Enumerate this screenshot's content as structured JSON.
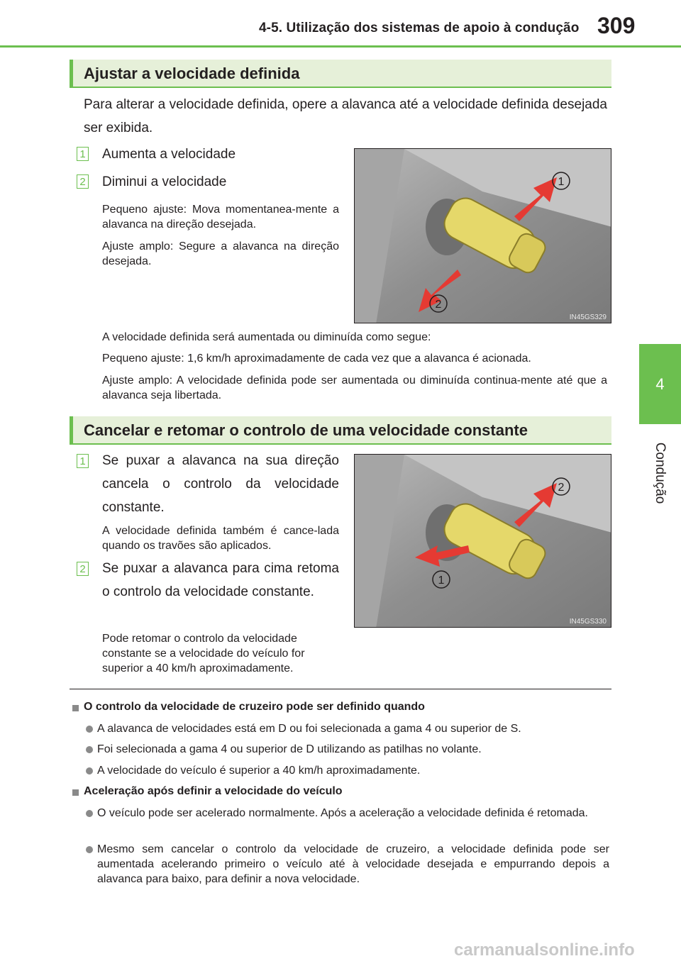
{
  "header": {
    "title": "4-5. Utilização dos sistemas de apoio à condução",
    "page_number": "309"
  },
  "side_tab": {
    "number": "4",
    "label": "Condução"
  },
  "section1": {
    "heading": "Ajustar a velocidade definida",
    "intro": "Para alterar a velocidade definida, opere a alavanca até a velocidade definida desejada ser exibida.",
    "item1_num": "1",
    "item1_text": "Aumenta a velocidade",
    "item2_num": "2",
    "item2_text": "Diminui a velocidade",
    "small1": "Pequeno ajuste: Mova momentanea-mente a alavanca na direção desejada.",
    "small2": "Ajuste amplo: Segure a alavanca na direção desejada.",
    "image_code": "IN45GS329",
    "image_labels": [
      "1",
      "2"
    ],
    "after1": "A velocidade definida será aumentada ou diminuída como segue:",
    "after2": "Pequeno ajuste: 1,6 km/h aproximadamente de cada vez que a alavanca é acionada.",
    "after3": "Ajuste amplo: A velocidade definida pode ser aumentada ou diminuída continua-mente até que a alavanca seja libertada."
  },
  "section2": {
    "heading": "Cancelar e retomar o controlo de uma velocidade constante",
    "item1_num": "1",
    "item1_text": "Se puxar a alavanca na sua direção cancela o controlo da velocidade constante.",
    "item1_small": "A velocidade definida também é cance-lada quando os travões são aplicados.",
    "item2_num": "2",
    "item2_text": "Se puxar a alavanca para cima retoma o controlo da velocidade constante.",
    "item2_small": "Pode retomar o controlo da velocidade constante se a velocidade do veículo for superior a 40 km/h aproximadamente.",
    "image_code": "IN45GS330",
    "image_labels": [
      "2",
      "1"
    ]
  },
  "notes": {
    "head1": "O controlo da velocidade de cruzeiro pode ser definido quando",
    "b1": "A alavanca de velocidades está em D ou foi selecionada a gama 4 ou superior de S.",
    "b2": "Foi selecionada a gama 4 ou superior de D utilizando as patilhas no volante.",
    "b3": "A velocidade do veículo é superior a 40 km/h aproximadamente.",
    "head2": "Aceleração após definir a velocidade do veículo",
    "b4": "O veículo pode ser acelerado normalmente. Após a aceleração a velocidade definida é retomada.",
    "b5": "Mesmo sem cancelar o controlo da velocidade de cruzeiro, a velocidade definida pode ser aumentada acelerando primeiro o veículo até à velocidade desejada e empurrando depois a alavanca para baixo, para definir a nova velocidade."
  },
  "watermark": "carmanualsonline.info",
  "colors": {
    "accent": "#6cbf4f",
    "heading_bg": "#e6f0d9",
    "arrow": "#e53a33",
    "lever": "#e5d86a"
  }
}
